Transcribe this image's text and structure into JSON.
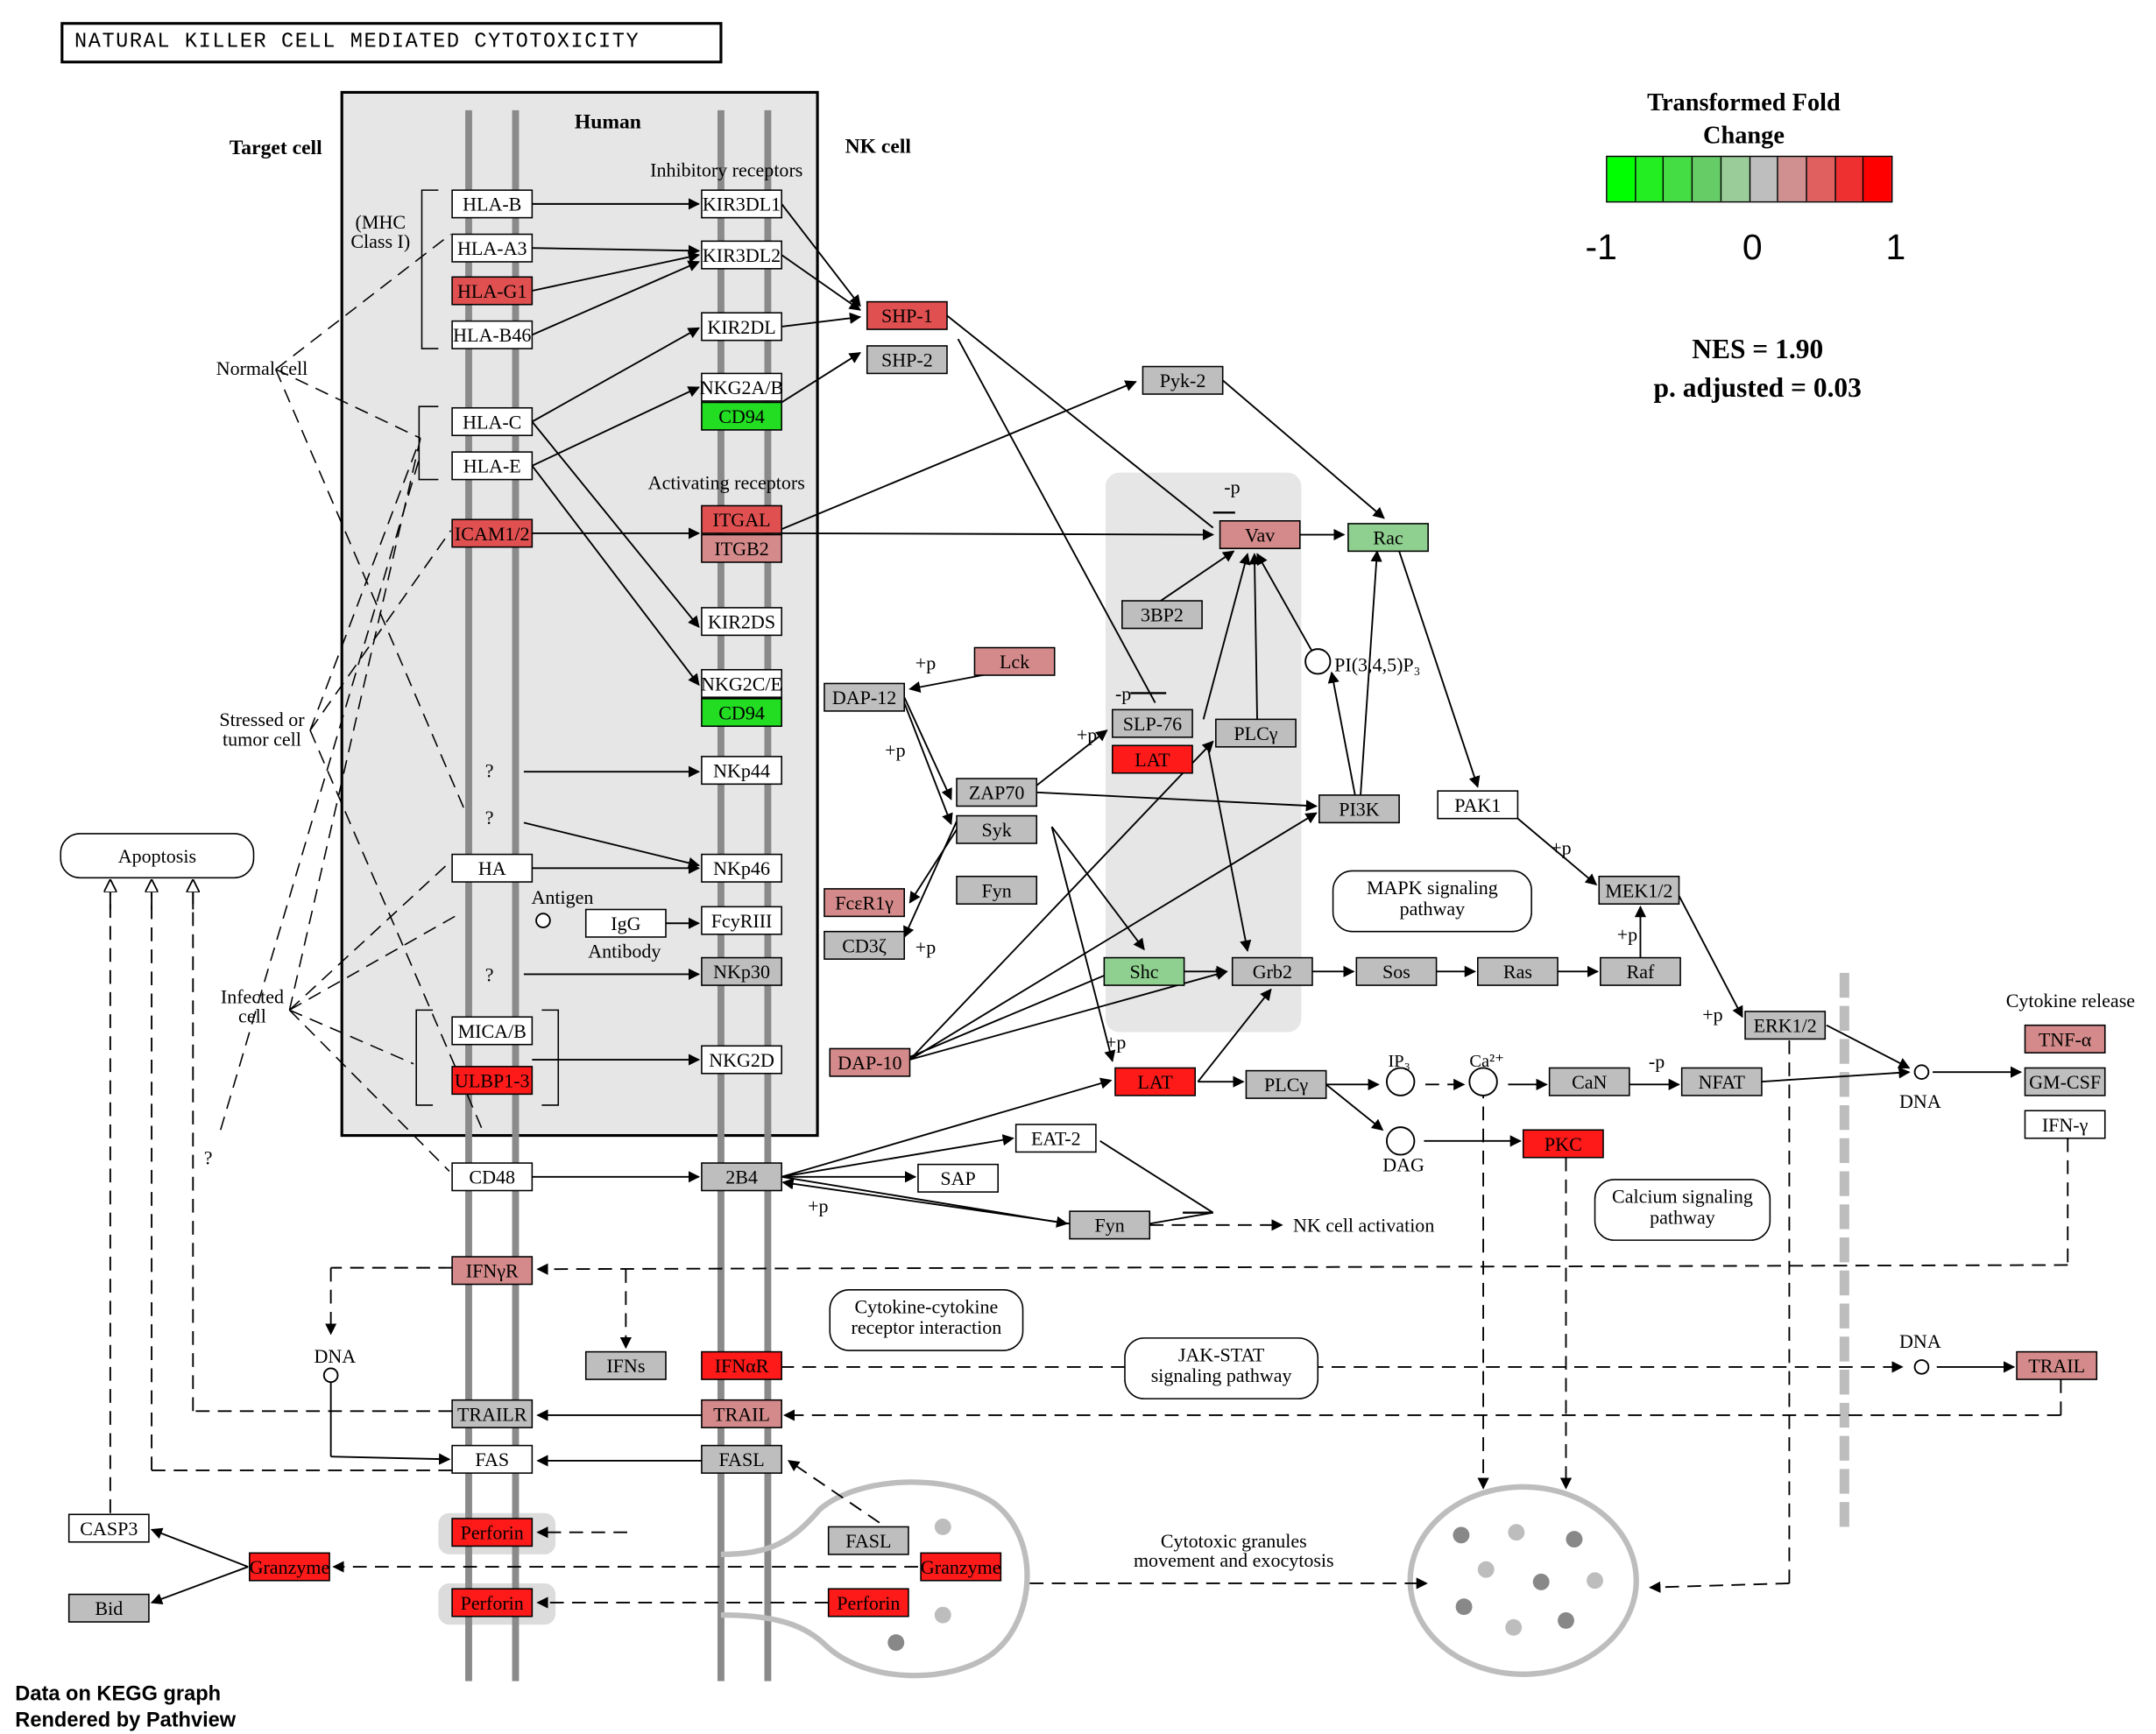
{
  "title": "NATURAL KILLER CELL MEDIATED CYTOTOXICITY",
  "legend": {
    "title": "Transformed Fold Change",
    "ticks": [
      "-1",
      "0",
      "1"
    ],
    "colors": [
      "#00ff00",
      "#22ee22",
      "#44dd44",
      "#66cc66",
      "#99cc99",
      "#bebebe",
      "#d09090",
      "#e06060",
      "#ee3030",
      "#ff0000"
    ]
  },
  "stats": {
    "nes": "NES = 1.90",
    "padj": "p. adjusted = 0.03"
  },
  "footer": {
    "line1": "Data on KEGG graph",
    "line2": "Rendered by Pathview"
  },
  "colors": {
    "white": "#ffffff",
    "gray": "#bebebe",
    "light_red": "#d48a8a",
    "red": "#e05050",
    "bright_red": "#ff1a1a",
    "green": "#22dd22",
    "light_green": "#8fcf8f",
    "panel": "#e6e6e6",
    "membrane": "#8a8a8a"
  },
  "labels": {
    "human": "Human",
    "target_cell": "Target cell",
    "nk_cell": "NK cell",
    "inhibitory_receptors": "Inhibitory receptors",
    "activating_receptors": "Activating receptors",
    "mhc_class_i": "(MHC\nClass I)",
    "normal_cell": "Normal cell",
    "stressed_cell": "Stressed or\ntumor cell",
    "infected_cell": "Infected\ncell",
    "antigen": "Antigen",
    "antibody": "Antibody",
    "apoptosis": "Apoptosis",
    "mapk": "MAPK signaling\npathway",
    "calcium": "Calcium signaling\npathway",
    "cytokine_interaction": "Cytokine-cytokine\nreceptor interaction",
    "jak_stat": "JAK-STAT\nsignaling pathway",
    "cytotoxic_granules": "Cytotoxic granules\nmovement and exocytosis",
    "nk_activation": "NK cell activation",
    "cytokine_release": "Cytokine release",
    "pi345p3": "PI(3,4,5)P₃",
    "ip3": "IP₃",
    "ca2": "Ca²⁺",
    "dag": "DAG",
    "dna": "DNA",
    "plus_p": "+p",
    "minus_p": "-p",
    "question": "?"
  },
  "nodes": [
    {
      "id": "HLA-B",
      "label": "HLA-B",
      "fill": "white"
    },
    {
      "id": "HLA-A3",
      "label": "HLA-A3",
      "fill": "white"
    },
    {
      "id": "HLA-G1",
      "label": "HLA-G1",
      "fill": "red"
    },
    {
      "id": "HLA-B46",
      "label": "HLA-B46",
      "fill": "white"
    },
    {
      "id": "HLA-C",
      "label": "HLA-C",
      "fill": "white"
    },
    {
      "id": "HLA-E",
      "label": "HLA-E",
      "fill": "white"
    },
    {
      "id": "ICAM1/2",
      "label": "ICAM1/2",
      "fill": "red"
    },
    {
      "id": "HA",
      "label": "HA",
      "fill": "white"
    },
    {
      "id": "IgG",
      "label": "IgG",
      "fill": "white"
    },
    {
      "id": "MICA/B",
      "label": "MICA/B",
      "fill": "white"
    },
    {
      "id": "ULBP1-3",
      "label": "ULBP1-3",
      "fill": "bright_red"
    },
    {
      "id": "CD48",
      "label": "CD48",
      "fill": "white"
    },
    {
      "id": "KIR3DL1",
      "label": "KIR3DL1",
      "fill": "white"
    },
    {
      "id": "KIR3DL2",
      "label": "KIR3DL2",
      "fill": "white"
    },
    {
      "id": "KIR2DL",
      "label": "KIR2DL",
      "fill": "white"
    },
    {
      "id": "NKG2A/B",
      "label": "NKG2A/B",
      "fill": "white"
    },
    {
      "id": "CD94a",
      "label": "CD94",
      "fill": "green"
    },
    {
      "id": "ITGAL",
      "label": "ITGAL",
      "fill": "red"
    },
    {
      "id": "ITGB2",
      "label": "ITGB2",
      "fill": "light_red"
    },
    {
      "id": "KIR2DS",
      "label": "KIR2DS",
      "fill": "white"
    },
    {
      "id": "NKG2C/E",
      "label": "NKG2C/E",
      "fill": "white"
    },
    {
      "id": "CD94b",
      "label": "CD94",
      "fill": "green"
    },
    {
      "id": "NKp44",
      "label": "NKp44",
      "fill": "white"
    },
    {
      "id": "NKp46",
      "label": "NKp46",
      "fill": "white"
    },
    {
      "id": "FcyRIII",
      "label": "FcyRIII",
      "fill": "white"
    },
    {
      "id": "NKp30",
      "label": "NKp30",
      "fill": "gray"
    },
    {
      "id": "NKG2D",
      "label": "NKG2D",
      "fill": "white"
    },
    {
      "id": "2B4",
      "label": "2B4",
      "fill": "gray"
    },
    {
      "id": "SHP-1",
      "label": "SHP-1",
      "fill": "red"
    },
    {
      "id": "SHP-2",
      "label": "SHP-2",
      "fill": "gray"
    },
    {
      "id": "DAP-12",
      "label": "DAP-12",
      "fill": "gray"
    },
    {
      "id": "Lck",
      "label": "Lck",
      "fill": "light_red"
    },
    {
      "id": "FceR1y",
      "label": "FcεR1γ",
      "fill": "light_red"
    },
    {
      "id": "CD3z",
      "label": "CD3ζ",
      "fill": "gray"
    },
    {
      "id": "DAP-10",
      "label": "DAP-10",
      "fill": "light_red"
    },
    {
      "id": "ZAP70",
      "label": "ZAP70",
      "fill": "gray"
    },
    {
      "id": "Syk",
      "label": "Syk",
      "fill": "gray"
    },
    {
      "id": "Fyn1",
      "label": "Fyn",
      "fill": "gray"
    },
    {
      "id": "Pyk-2",
      "label": "Pyk-2",
      "fill": "gray"
    },
    {
      "id": "Vav",
      "label": "Vav",
      "fill": "light_red"
    },
    {
      "id": "Rac",
      "label": "Rac",
      "fill": "light_green"
    },
    {
      "id": "3BP2",
      "label": "3BP2",
      "fill": "gray"
    },
    {
      "id": "SLP-76",
      "label": "SLP-76",
      "fill": "gray"
    },
    {
      "id": "LAT1",
      "label": "LAT",
      "fill": "bright_red"
    },
    {
      "id": "PLCy1",
      "label": "PLCγ",
      "fill": "gray"
    },
    {
      "id": "PI3K",
      "label": "PI3K",
      "fill": "gray"
    },
    {
      "id": "PAK1",
      "label": "PAK1",
      "fill": "white"
    },
    {
      "id": "MEK1/2",
      "label": "MEK1/2",
      "fill": "gray"
    },
    {
      "id": "Shc",
      "label": "Shc",
      "fill": "light_green"
    },
    {
      "id": "Grb2",
      "label": "Grb2",
      "fill": "gray"
    },
    {
      "id": "Sos",
      "label": "Sos",
      "fill": "gray"
    },
    {
      "id": "Ras",
      "label": "Ras",
      "fill": "gray"
    },
    {
      "id": "Raf",
      "label": "Raf",
      "fill": "gray"
    },
    {
      "id": "ERK1/2",
      "label": "ERK1/2",
      "fill": "gray"
    },
    {
      "id": "LAT2",
      "label": "LAT",
      "fill": "bright_red"
    },
    {
      "id": "PLCy2",
      "label": "PLCγ",
      "fill": "gray"
    },
    {
      "id": "CaN",
      "label": "CaN",
      "fill": "gray"
    },
    {
      "id": "NFAT",
      "label": "NFAT",
      "fill": "gray"
    },
    {
      "id": "PKC",
      "label": "PKC",
      "fill": "bright_red"
    },
    {
      "id": "TNF-a",
      "label": "TNF-α",
      "fill": "light_red"
    },
    {
      "id": "GM-CSF",
      "label": "GM-CSF",
      "fill": "gray"
    },
    {
      "id": "IFN-y",
      "label": "IFN-γ",
      "fill": "white"
    },
    {
      "id": "EAT-2",
      "label": "EAT-2",
      "fill": "white"
    },
    {
      "id": "SAP",
      "label": "SAP",
      "fill": "white"
    },
    {
      "id": "Fyn2",
      "label": "Fyn",
      "fill": "gray"
    },
    {
      "id": "IFNyR",
      "label": "IFNγR",
      "fill": "light_red"
    },
    {
      "id": "IFNs",
      "label": "IFNs",
      "fill": "gray"
    },
    {
      "id": "IFNaR",
      "label": "IFNαR",
      "fill": "bright_red"
    },
    {
      "id": "TRAILR",
      "label": "TRAILR",
      "fill": "gray"
    },
    {
      "id": "TRAIL1",
      "label": "TRAIL",
      "fill": "light_red"
    },
    {
      "id": "TRAIL2",
      "label": "TRAIL",
      "fill": "light_red"
    },
    {
      "id": "FAS",
      "label": "FAS",
      "fill": "white"
    },
    {
      "id": "FASL1",
      "label": "FASL",
      "fill": "gray"
    },
    {
      "id": "FASL2",
      "label": "FASL",
      "fill": "gray"
    },
    {
      "id": "Perforin1",
      "label": "Perforin",
      "fill": "bright_red"
    },
    {
      "id": "Perforin2",
      "label": "Perforin",
      "fill": "bright_red"
    },
    {
      "id": "Perforin3",
      "label": "Perforin",
      "fill": "bright_red"
    },
    {
      "id": "Granzyme1",
      "label": "Granzyme",
      "fill": "bright_red"
    },
    {
      "id": "Granzyme2",
      "label": "Granzyme",
      "fill": "bright_red"
    },
    {
      "id": "CASP3",
      "label": "CASP3",
      "fill": "white"
    },
    {
      "id": "Bid",
      "label": "Bid",
      "fill": "gray"
    }
  ]
}
